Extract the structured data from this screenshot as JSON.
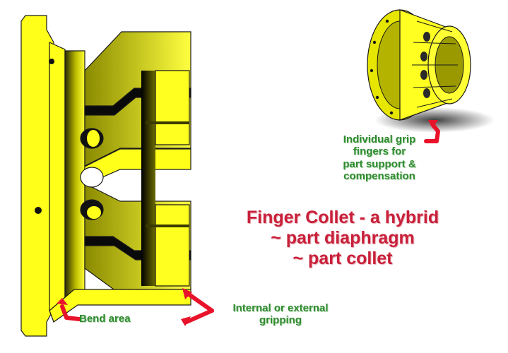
{
  "colors": {
    "part_yellow": "#ffff1a",
    "part_outline": "#1a1a1a",
    "callout_red": "#e8132a",
    "label_green": "#2e8b2e",
    "title_red": "#c8203a"
  },
  "icons": {
    "section_view": "collet-cross-section-icon",
    "iso_view": "collet-isometric-icon"
  },
  "labels": {
    "fingers": [
      "Individual grip",
      "fingers for",
      "part support &",
      "compensation"
    ],
    "title": [
      "Finger Collet - a hybrid",
      "~ part diaphragm",
      "~ part collet"
    ],
    "bend": "Bend area",
    "gripping": [
      "Internal or external",
      "gripping"
    ]
  }
}
